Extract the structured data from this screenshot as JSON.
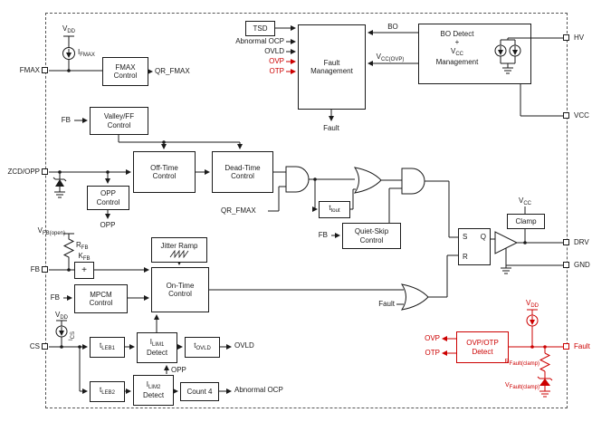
{
  "colors": {
    "red": "#cc0000",
    "line": "#1a1a1a",
    "background": "#ffffff"
  },
  "pins": {
    "left": [
      "FMAX",
      "ZCD/OPP",
      "FB",
      "CS"
    ],
    "right": [
      "HV",
      "VCC",
      "DRV",
      "GND",
      "Fault"
    ]
  },
  "blocks": {
    "tsd": "TSD",
    "fmax_control": "FMAX\nControl",
    "fault_management": "Fault\nManagement",
    "bo_detect": {
      "line1": "BO Detect",
      "line2": "+",
      "line3_base": "V",
      "line3_sub": "CC",
      "line4": "Management"
    },
    "valley_ff": "Valley/FF\nControl",
    "off_time": "Off-Time\nControl",
    "dead_time": "Dead-Time\nControl",
    "opp_control": "OPP\nControl",
    "t_tout": {
      "base": "t",
      "sub": "tout"
    },
    "quiet_skip": "Quiet-Skip\nControl",
    "jitter_ramp": "Jitter Ramp",
    "on_time": "On-Time\nControl",
    "kfb_sum": "+",
    "mpcm": "MPCM\nControl",
    "t_leb1": {
      "base": "t",
      "sub": "LEB1"
    },
    "ilim1": {
      "base": "I",
      "sub": "LIM1",
      "line2": "Detect"
    },
    "t_ovld": {
      "base": "t",
      "sub": "OVLD"
    },
    "t_leb2": {
      "base": "t",
      "sub": "LEB2"
    },
    "ilim2": {
      "base": "I",
      "sub": "LIM2",
      "line2": "Detect"
    },
    "count4": "Count 4",
    "ovp_otp": "OVP/OTP\nDetect",
    "clamp": "Clamp",
    "latch": {
      "s": "S",
      "r": "R",
      "q": "Q"
    }
  },
  "labels": {
    "vdd": {
      "base": "V",
      "sub": "DD"
    },
    "ifmax": {
      "base": "I",
      "sub": "FMAX"
    },
    "ics": {
      "base": "I",
      "sub": "CS"
    },
    "qr_fmax": "QR_FMAX",
    "abnormal_ocp": "Abnormal OCP",
    "ovld": "OVLD",
    "ovp": "OVP",
    "otp": "OTP",
    "bo": "BO",
    "vcc_ovp": {
      "base": "V",
      "sub": "CC(OVP)"
    },
    "vcc": {
      "base": "V",
      "sub": "CC"
    },
    "fault": "Fault",
    "fb": "FB",
    "opp": "OPP",
    "vfb_open": {
      "base": "V",
      "sub": "FB(open)"
    },
    "rfb": {
      "base": "R",
      "sub": "FB"
    },
    "kfb": {
      "base": "K",
      "sub": "FB"
    },
    "rfault_clamp": {
      "base": "R",
      "sub": "Fault(clamp)"
    },
    "vfault_clamp": {
      "base": "V",
      "sub": "Fault(clamp)"
    }
  }
}
